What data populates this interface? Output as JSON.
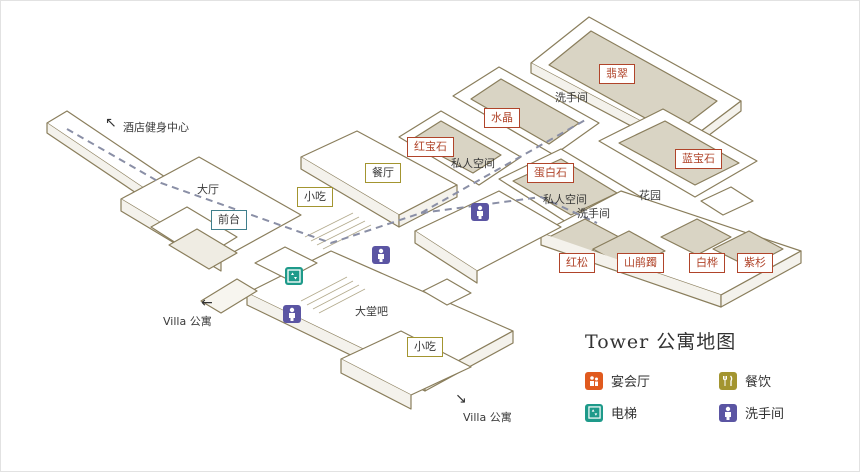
{
  "colors": {
    "wall": "#8a7e5c",
    "floor_fill": "#ffffff",
    "room_fill": "#d9d4c4",
    "path_dash": "#8a8fa6",
    "banquet": "#e05a1e",
    "dining": "#a39530",
    "elevator": "#1e9a8a",
    "restroom": "#5b55a3"
  },
  "map": {
    "labels": {
      "gym": "酒店健身中心",
      "hall": "大厅",
      "villa_left": "Villa 公寓",
      "villa_bottom": "Villa 公寓",
      "lobby_bar": "大堂吧",
      "private_space_1": "私人空间",
      "private_space_2": "私人空间",
      "washroom_top": "洗手间",
      "washroom_mid": "洗手间",
      "garden": "花园"
    },
    "rooms": {
      "emerald": "翡翠",
      "crystal": "水晶",
      "ruby": "红宝石",
      "sapphire": "蓝宝石",
      "opal": "蛋白石",
      "red_pine": "红松",
      "azalea": "山鹃躅",
      "birch": "白桦",
      "fir": "紫杉"
    },
    "dining": {
      "restaurant": "餐厅",
      "snack_top": "小吃",
      "snack_bottom": "小吃"
    },
    "reception": "前台"
  },
  "legend": {
    "title": "Tower  公寓地图",
    "banquet": "宴会厅",
    "dining": "餐饮",
    "elevator": "电梯",
    "restroom": "洗手间"
  }
}
